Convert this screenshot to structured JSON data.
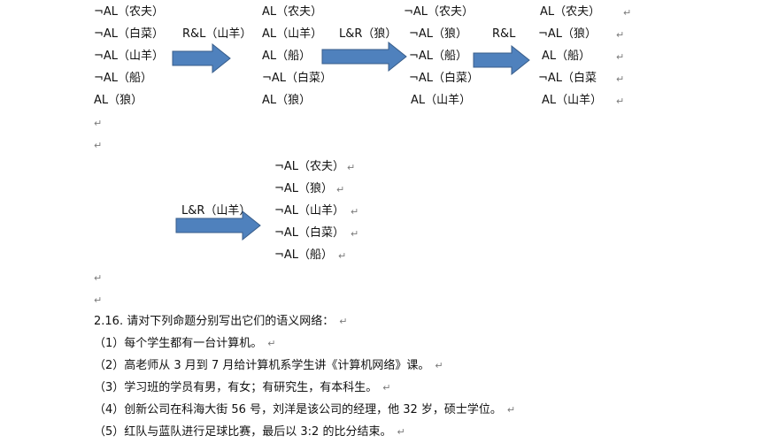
{
  "states": {
    "s1": [
      "¬AL（农夫）",
      "¬AL（白菜）",
      "¬AL（山羊）",
      "¬AL（船）",
      "AL（狼）"
    ],
    "s2": [
      "AL（农夫）",
      "AL（山羊）",
      "AL（船）",
      "¬AL（白菜）",
      "AL（狼）"
    ],
    "s3": [
      "¬AL（农夫）",
      "¬AL（狼）",
      "¬AL（船）",
      "¬AL（白菜）",
      "AL（山羊）"
    ],
    "s4": [
      "AL（农夫）",
      "¬AL（狼）",
      "AL（船）",
      "¬AL（白菜",
      "AL（山羊）"
    ],
    "s5": [
      "¬AL（农夫）",
      "¬AL（狼）",
      "¬AL（山羊）",
      "¬AL（白菜）",
      "¬AL（船）"
    ]
  },
  "ops": {
    "op1": "R&L（山羊）",
    "op2": "L&R（狼）",
    "op3": "R&L",
    "op4": "L&R（山羊）"
  },
  "marks": {
    "para": "↵"
  },
  "problem": {
    "title": "2.16. 请对下列命题分别写出它们的语义网络：",
    "items": [
      "（1）每个学生都有一台计算机。",
      "（2）高老师从 3 月到 7 月给计算机系学生讲《计算机网络》课。",
      "（3）学习班的学员有男，有女；有研究生，有本科生。",
      "（4）创新公司在科海大街 56 号，刘洋是该公司的经理，他 32 岁，硕士学位。",
      "（5）红队与蓝队进行足球比赛，最后以 3:2 的比分结束。"
    ]
  },
  "colors": {
    "arrow_fill": "#4f81bd",
    "arrow_stroke": "#385d8a"
  }
}
